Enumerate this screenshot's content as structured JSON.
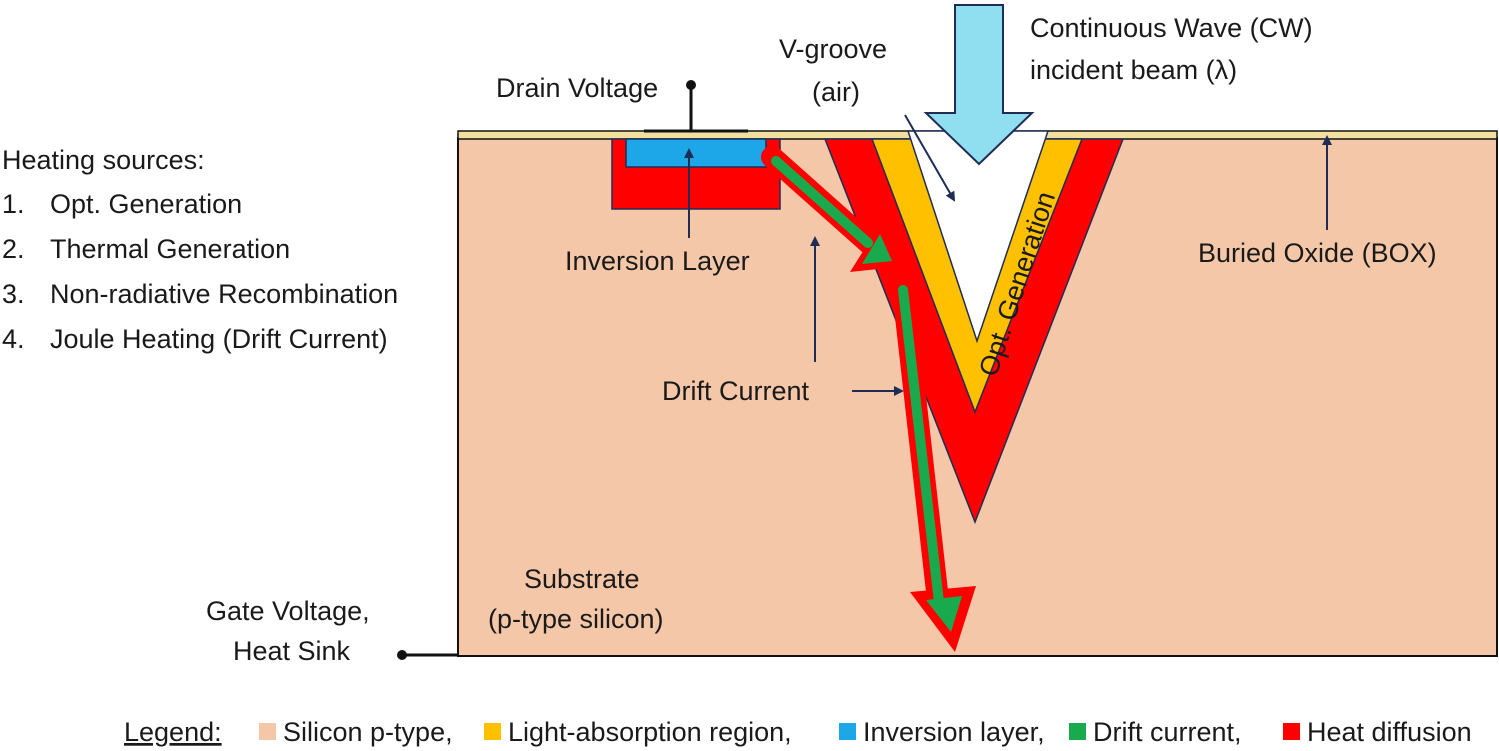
{
  "heating": {
    "title": "Heating sources:",
    "items": [
      {
        "num": "1.",
        "text": "Opt. Generation"
      },
      {
        "num": "2.",
        "text": "Thermal Generation"
      },
      {
        "num": "3.",
        "text": "Non-radiative Recombination"
      },
      {
        "num": "4.",
        "text": "Joule Heating (Drift Current)"
      }
    ]
  },
  "labels": {
    "drain_voltage": "Drain Voltage",
    "vgroove_line1": "V-groove",
    "vgroove_line2": "(air)",
    "beam_line1": "Continuous Wave (CW)",
    "beam_line2": "incident beam (λ)",
    "inversion_layer": "Inversion Layer",
    "buried_oxide": "Buried Oxide (BOX)",
    "opt_generation": "Opt. Generation",
    "drift_current": "Drift Current",
    "substrate_line1": "Substrate",
    "substrate_line2": "(p-type silicon)",
    "gate_line1": "Gate Voltage,",
    "gate_line2": "Heat Sink"
  },
  "legend": {
    "title": "Legend:",
    "items": [
      {
        "label": "Silicon p-type,",
        "color": "#f4c7a8"
      },
      {
        "label": "Light-absorption region,",
        "color": "#ffc000"
      },
      {
        "label": "Inversion layer,",
        "color": "#1ea7e8"
      },
      {
        "label": "Drift current,",
        "color": "#1aaa4e"
      },
      {
        "label": "Heat diffusion",
        "color": "#ff0000"
      }
    ]
  },
  "colors": {
    "silicon": "#f4c7a8",
    "box_layer": "#f2e0a0",
    "absorption": "#ffc000",
    "inversion": "#1ea7e8",
    "heat": "#ff0000",
    "drift": "#1aaa4e",
    "beam": "#8fdff0",
    "outline": "#1f2d55"
  }
}
